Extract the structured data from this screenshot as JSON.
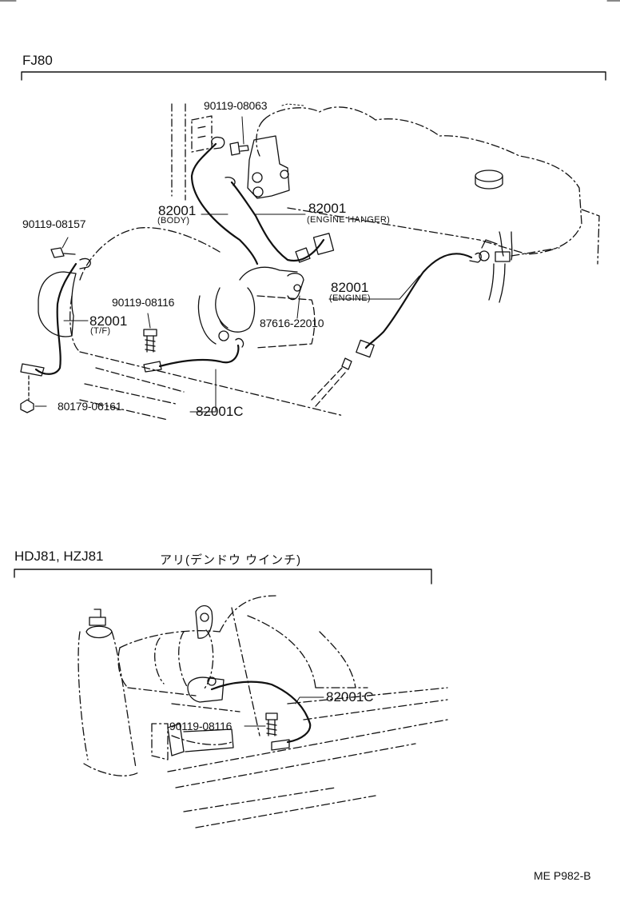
{
  "sections": [
    {
      "model": "FJ80",
      "note": "",
      "labels": {
        "p90119_08063": "90119-08063",
        "p82001_body": "82001",
        "p82001_body_sub": "(BODY)",
        "p82001_hanger": "82001",
        "p82001_hanger_sub": "(ENGINE HANGER)",
        "p90119_08157": "90119-08157",
        "p82001_engine": "82001",
        "p82001_engine_sub": "(ENGINE)",
        "p90119_08116": "90119-08116",
        "p82001_tf": "82001",
        "p82001_tf_sub": "(T/F)",
        "p87616_22010": "87616-22010",
        "p80179_06161": "80179-06161",
        "p82001c": "82001C"
      }
    },
    {
      "model": "HDJ81, HZJ81",
      "note": "アリ(デンドウ ウインチ)",
      "labels": {
        "p82001c": "82001C",
        "p90119_08116": "90119-08116"
      }
    }
  ],
  "reference": "ME P982-B"
}
